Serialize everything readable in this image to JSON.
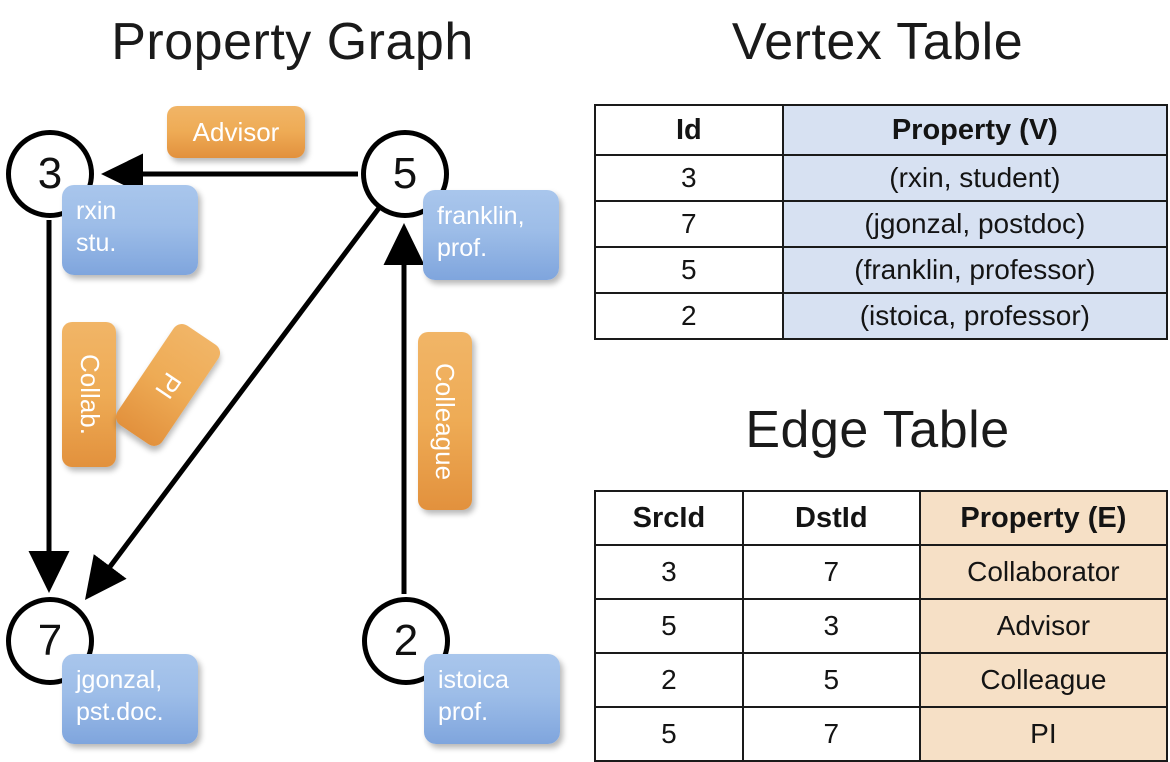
{
  "titles": {
    "property_graph": "Property Graph",
    "vertex_table": "Vertex Table",
    "edge_table": "Edge Table"
  },
  "graph": {
    "vertices": [
      {
        "id": "3",
        "property": "rxin\nstu.",
        "prop_line1": "rxin",
        "prop_line2": "stu."
      },
      {
        "id": "5",
        "property": "franklin, prof.",
        "prop_line1": "franklin,",
        "prop_line2": "prof."
      },
      {
        "id": "7",
        "property": "jgonzal, pst.doc.",
        "prop_line1": "jgonzal,",
        "prop_line2": "pst.doc."
      },
      {
        "id": "2",
        "property": "istoica prof.",
        "prop_line1": "istoica",
        "prop_line2": "prof."
      }
    ],
    "edge_labels": [
      {
        "label": "Advisor",
        "from": "5",
        "to": "3"
      },
      {
        "label": "Collab.",
        "from": "3",
        "to": "7"
      },
      {
        "label": "PI",
        "from": "5",
        "to": "7"
      },
      {
        "label": "Colleague",
        "from": "2",
        "to": "5"
      }
    ]
  },
  "vertex_table": {
    "headers": [
      "Id",
      "Property (V)"
    ],
    "rows": [
      {
        "id": "3",
        "property": "(rxin, student)"
      },
      {
        "id": "7",
        "property": "(jgonzal, postdoc)"
      },
      {
        "id": "5",
        "property": "(franklin, professor)"
      },
      {
        "id": "2",
        "property": "(istoica, professor)"
      }
    ]
  },
  "edge_table": {
    "headers": [
      "SrcId",
      "DstId",
      "Property (E)"
    ],
    "rows": [
      {
        "src": "3",
        "dst": "7",
        "property": "Collaborator"
      },
      {
        "src": "5",
        "dst": "3",
        "property": "Advisor"
      },
      {
        "src": "2",
        "dst": "5",
        "property": "Colleague"
      },
      {
        "src": "5",
        "dst": "7",
        "property": "PI"
      }
    ]
  },
  "colors": {
    "vertex_property_fill": "#d7e1f2",
    "edge_property_fill": "#f6e0c6",
    "callout_blue": "#9dbde8",
    "label_orange": "#eeab55",
    "stroke": "#000000"
  }
}
